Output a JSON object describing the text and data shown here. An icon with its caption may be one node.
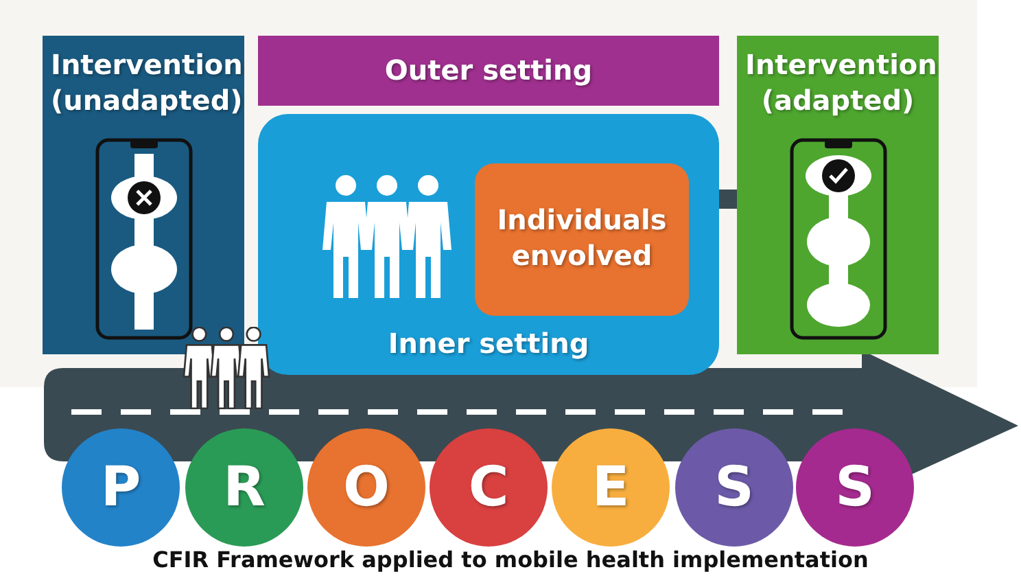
{
  "diagram": {
    "caption": "CFIR Framework applied to mobile health implementation",
    "nodes": [
      {
        "text": [
          "Intervention (unadapted)"
        ]
      },
      {
        "text": [
          "Outer setting"
        ]
      },
      {
        "text": [
          "Inner setting"
        ]
      },
      {
        "text": [
          "Individuals envolved"
        ],
        "in": 2
      },
      {
        "text": [
          "Intervention (adapted)"
        ]
      },
      {
        "text": [
          "P"
        ]
      },
      {
        "text": [
          "R"
        ]
      },
      {
        "text": [
          "O"
        ]
      },
      {
        "text": [
          "C"
        ]
      },
      {
        "text": [
          "E"
        ]
      },
      {
        "text": [
          "S"
        ]
      },
      {
        "text": [
          "S"
        ]
      }
    ]
  }
}
